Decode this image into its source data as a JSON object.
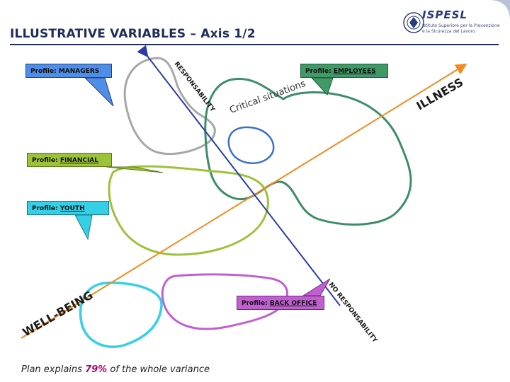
{
  "title": "ILLUSTRATIVE VARIABLES – Axis 1/2",
  "logo": {
    "name": "ISPESL",
    "sub1": "Istituto Superiore per la Prevenzione",
    "sub2": "e la Sicurezza del Lavoro"
  },
  "axes": {
    "responsability": "RESPONSABILITY",
    "no_responsability": "NO RESPONSABILITY",
    "illness": "ILLNESS",
    "wellbeing": "WELL-BEING"
  },
  "critical": "Critical situations",
  "profiles": {
    "managers": {
      "prefix": "Profile:",
      "name": "MANAGERS"
    },
    "employees": {
      "prefix": "Profile:",
      "name": "EMPLOYEES"
    },
    "financial": {
      "prefix": "Profile:",
      "name": "FINANCIAL"
    },
    "youth": {
      "prefix": "Profile:",
      "name": "YOUTH"
    },
    "back_office": {
      "prefix": "Profile:",
      "name": "BACK OFFICE"
    }
  },
  "footer": {
    "before": "Plan explains ",
    "percent": "79%",
    "after": " of the whole variance"
  },
  "colors": {
    "title": "#1f2d5a",
    "managers": "#4e8ee8",
    "managers_loop": "#a7a7a7",
    "employees": "#3f9a67",
    "employees_loop": "#3c8d68",
    "financial": "#9cc23a",
    "youth": "#35d0e6",
    "back_office": "#c060d0",
    "wellbeing_axis": "#f28a1e",
    "responsability_axis": "#2a3ca8"
  }
}
